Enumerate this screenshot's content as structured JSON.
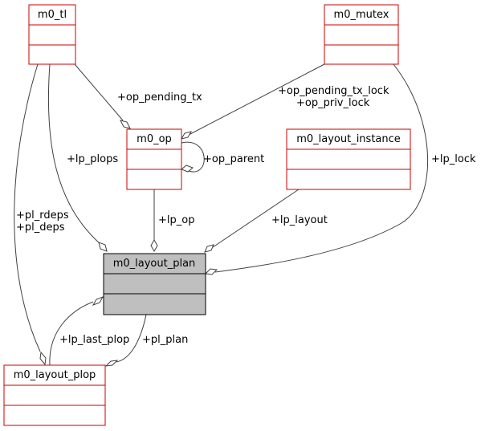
{
  "colors": {
    "class_border": "#cc0000",
    "focus_border": "#000000",
    "focus_fill": "#bfbfbf",
    "edge": "#404040",
    "background": "#ffffff"
  },
  "classes": {
    "m0_tl": "m0_tl",
    "m0_mutex": "m0_mutex",
    "m0_op": "m0_op",
    "m0_layout_instance": "m0_layout_instance",
    "m0_layout_plan": "m0_layout_plan",
    "m0_layout_plop": "m0_layout_plop"
  },
  "edge_labels": {
    "op_pending_tx": "+op_pending_tx",
    "op_pending_tx_lock": "+op_pending_tx_lock",
    "op_priv_lock": "+op_priv_lock",
    "op_parent": "+op_parent",
    "lp_plops": "+lp_plops",
    "lp_lock": "+lp_lock",
    "pl_rdeps": "+pl_rdeps",
    "pl_deps": "+pl_deps",
    "lp_op": "+lp_op",
    "lp_layout": "+lp_layout",
    "lp_last_plop": "+lp_last_plop",
    "pl_plan": "+pl_plan"
  }
}
